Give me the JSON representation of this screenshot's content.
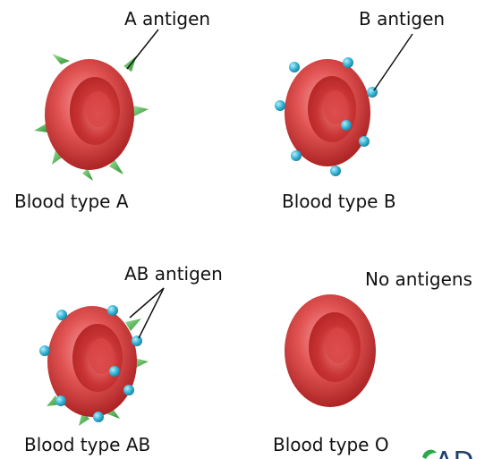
{
  "colors": {
    "cell_light": "#f08686",
    "cell_mid": "#dd4646",
    "cell_dark": "#9e1a1a",
    "antigen_a": "#4fb64f",
    "antigen_b": "#38b7d9",
    "leader_line": "#111111",
    "watermark": "#1f3f6e",
    "watermark_icon": "#2aa84a"
  },
  "cells": [
    {
      "type_label": "Blood type A",
      "antigen_label": "A antigen",
      "antigens": "a"
    },
    {
      "type_label": "Blood type B",
      "antigen_label": "B antigen",
      "antigens": "b"
    },
    {
      "type_label": "Blood type AB",
      "antigen_label": "AB antigen",
      "antigens": "ab"
    },
    {
      "type_label": "Blood type O",
      "antigen_label": "No antigens",
      "antigens": "none"
    }
  ],
  "watermark": {
    "text": "AD",
    "icon": "leaf-icon"
  }
}
